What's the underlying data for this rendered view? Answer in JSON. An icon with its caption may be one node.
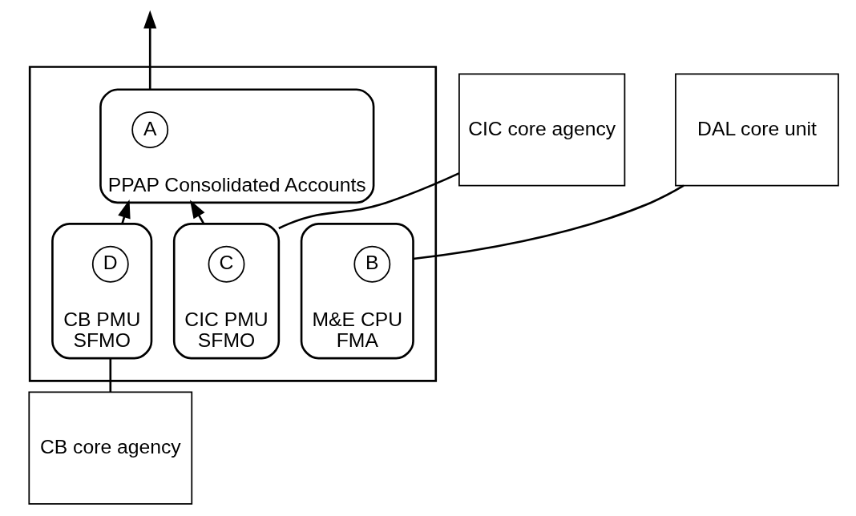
{
  "diagram": {
    "nodes": [
      {
        "text": [],
        "shape": "box"
      },
      {
        "text": [
          "PPAP Consolidated Accounts"
        ],
        "in": 0
      },
      {
        "text": [
          "A"
        ],
        "in": 1
      },
      {
        "text": [
          "M&E CPU",
          "FMA"
        ],
        "in": 0
      },
      {
        "text": [
          "B"
        ],
        "in": 3
      },
      {
        "text": [
          "DAL core unit"
        ]
      },
      {
        "text": [
          "CB core agency"
        ]
      },
      {
        "text": [
          "CB PMU",
          "SFMO"
        ],
        "in": 0
      },
      {
        "text": [
          "D"
        ],
        "in": 7
      },
      {
        "text": [
          "CIC PMU",
          "SFMO"
        ],
        "in": 0
      },
      {
        "text": [
          "C"
        ],
        "in": 9
      },
      {
        "text": [
          "CIC core agency"
        ]
      }
    ],
    "edges": [
      {
        "from": 1,
        "to": null,
        "arrow": "to"
      },
      {
        "from": 3,
        "to": 5,
        "arrow": "none"
      },
      {
        "from": 6,
        "to": 7,
        "arrow": "none"
      },
      {
        "from": 7,
        "to": 1,
        "arrow": "to"
      },
      {
        "from": 9,
        "to": 1,
        "arrow": "to"
      },
      {
        "from": 9,
        "to": 11,
        "arrow": "none"
      }
    ]
  }
}
